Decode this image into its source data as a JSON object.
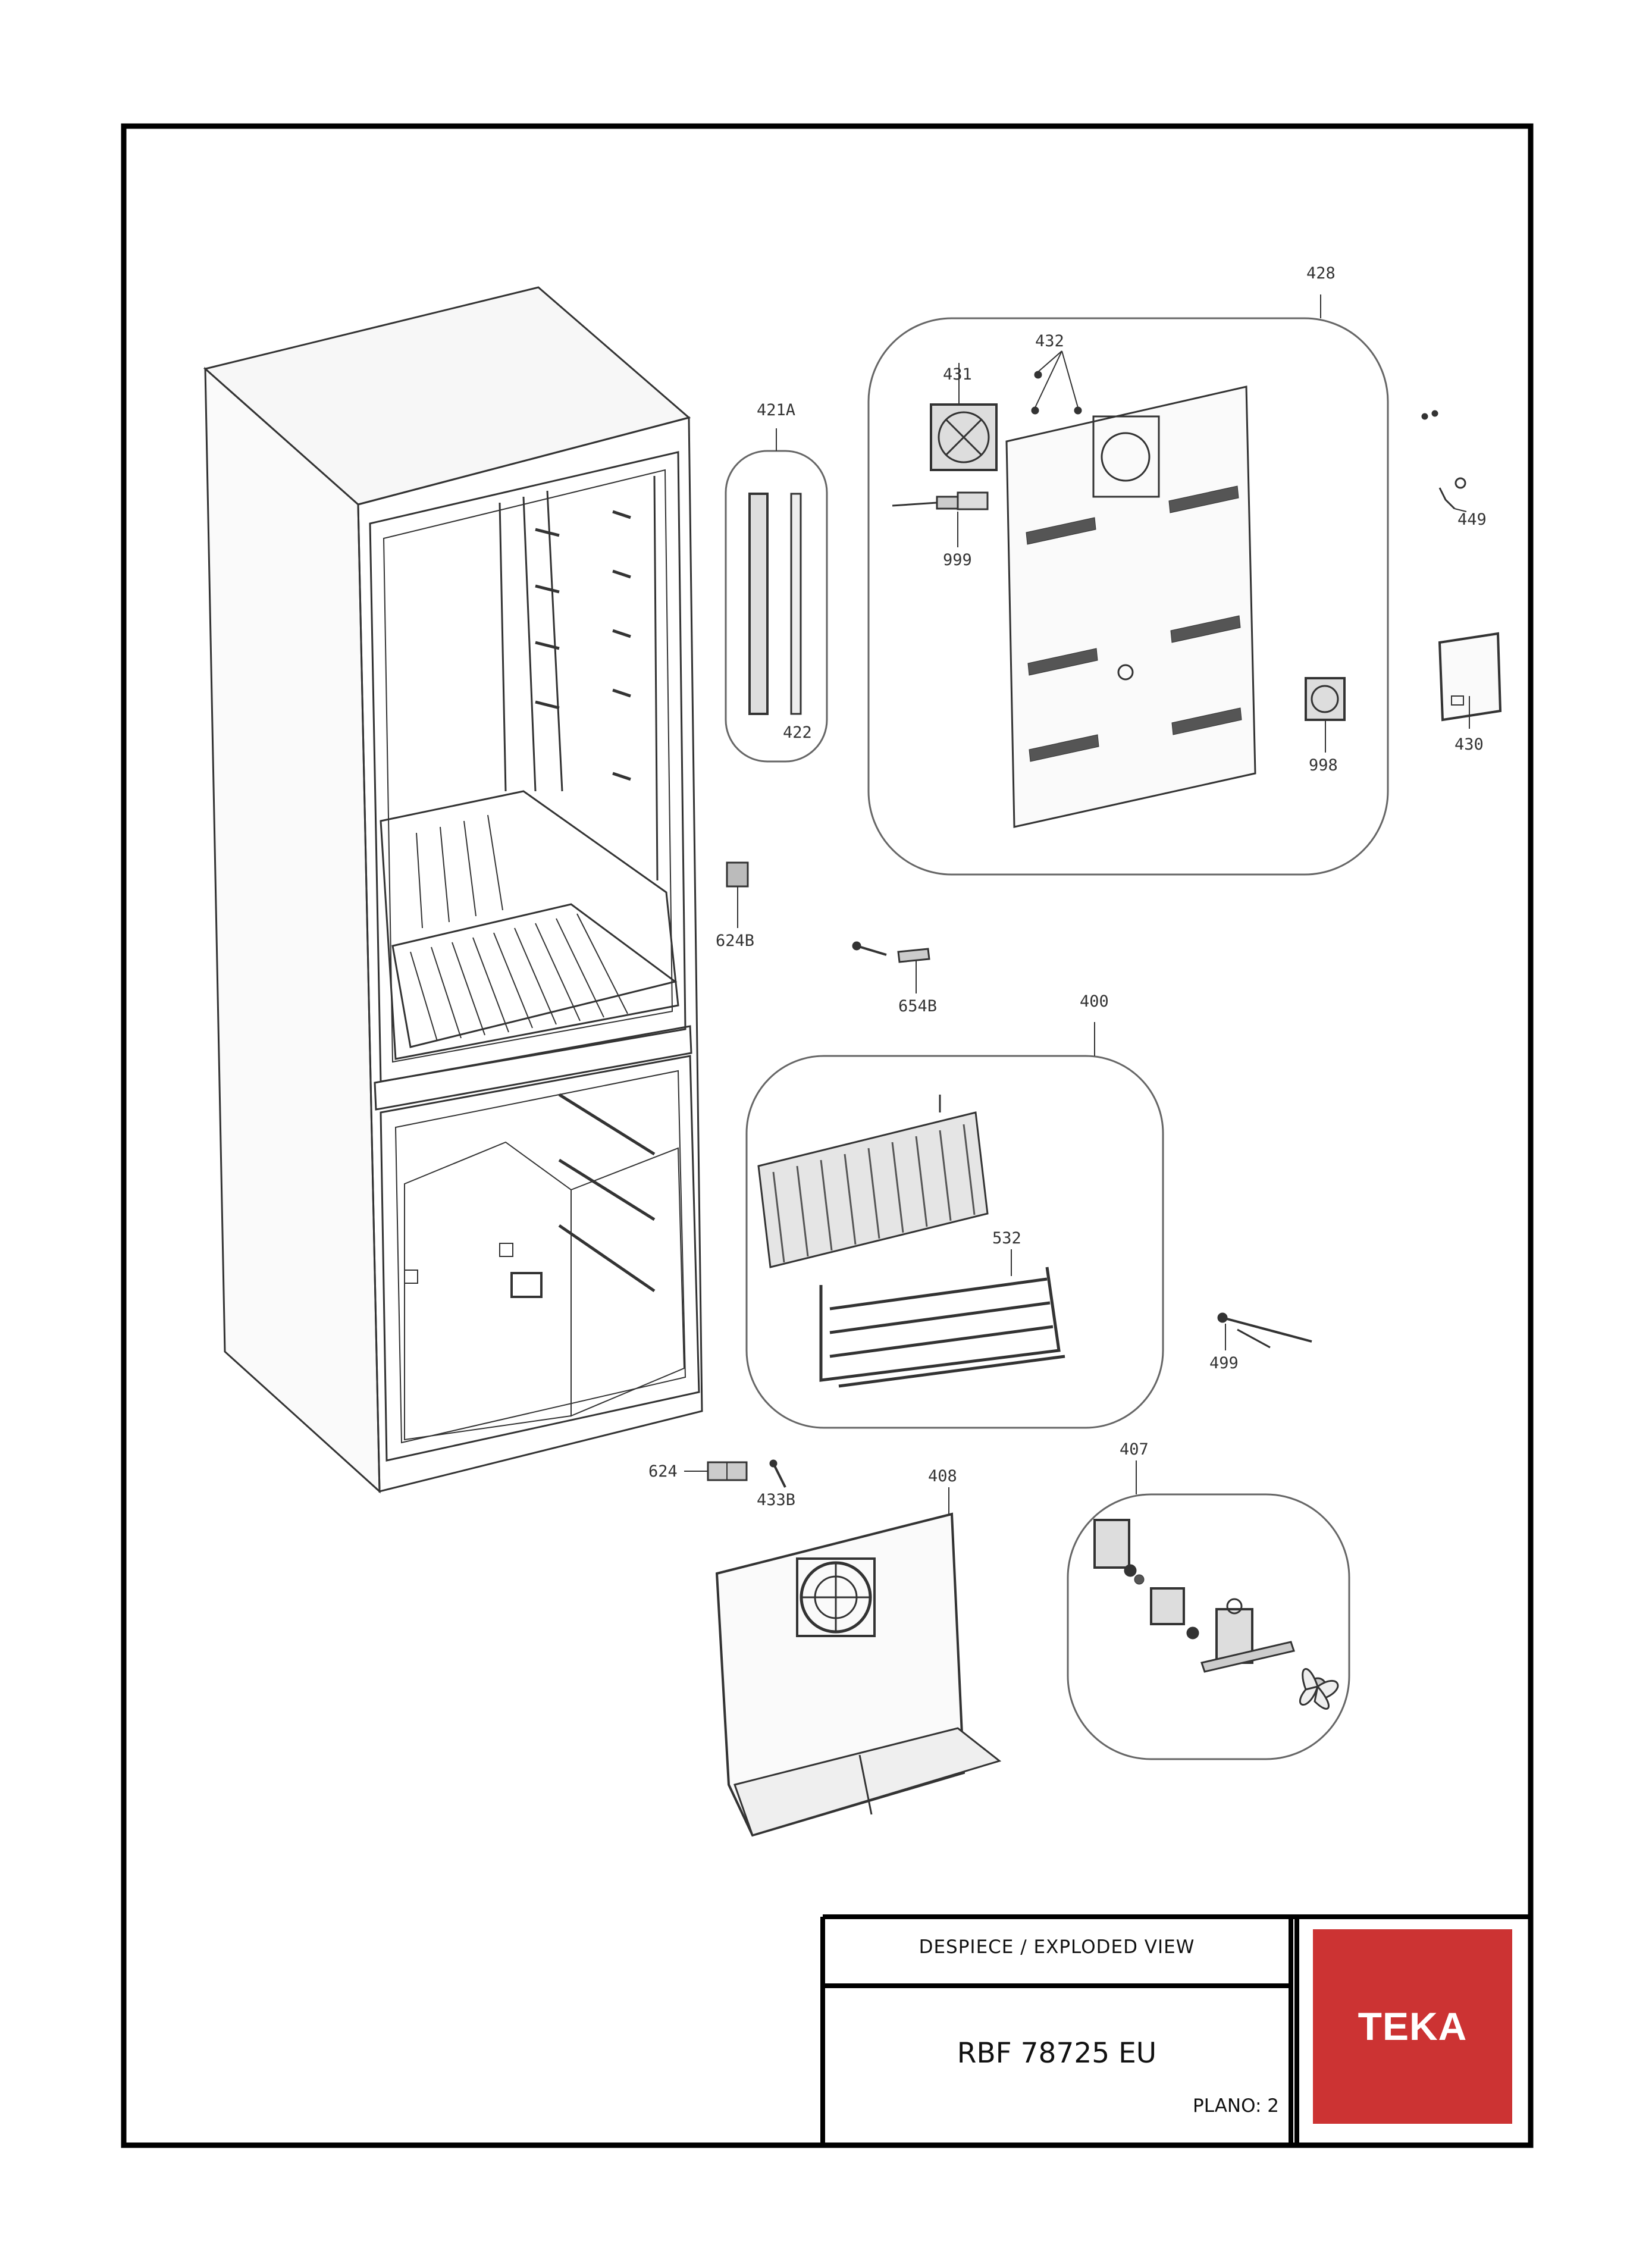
{
  "title_block": {
    "header": "DESPIECE / EXPLODED VIEW",
    "model": "RBF 78725 EU",
    "sheet": "PLANO: 2"
  },
  "brand": {
    "logo_text": "TEKA",
    "color": "#cc3333"
  },
  "callouts": {
    "c421a": "421A",
    "c422": "422",
    "c428": "428",
    "c431": "431",
    "c432": "432",
    "c999": "999",
    "c998": "998",
    "c449": "449",
    "c430": "430",
    "c624b": "624B",
    "c654b": "654B",
    "c400": "400",
    "c532": "532",
    "c499": "499",
    "c624": "624",
    "c433b": "433B",
    "c408": "408",
    "c407": "407"
  },
  "colors": {
    "line": "#333333",
    "frame": "#000000",
    "panel_outline": "#666666"
  }
}
